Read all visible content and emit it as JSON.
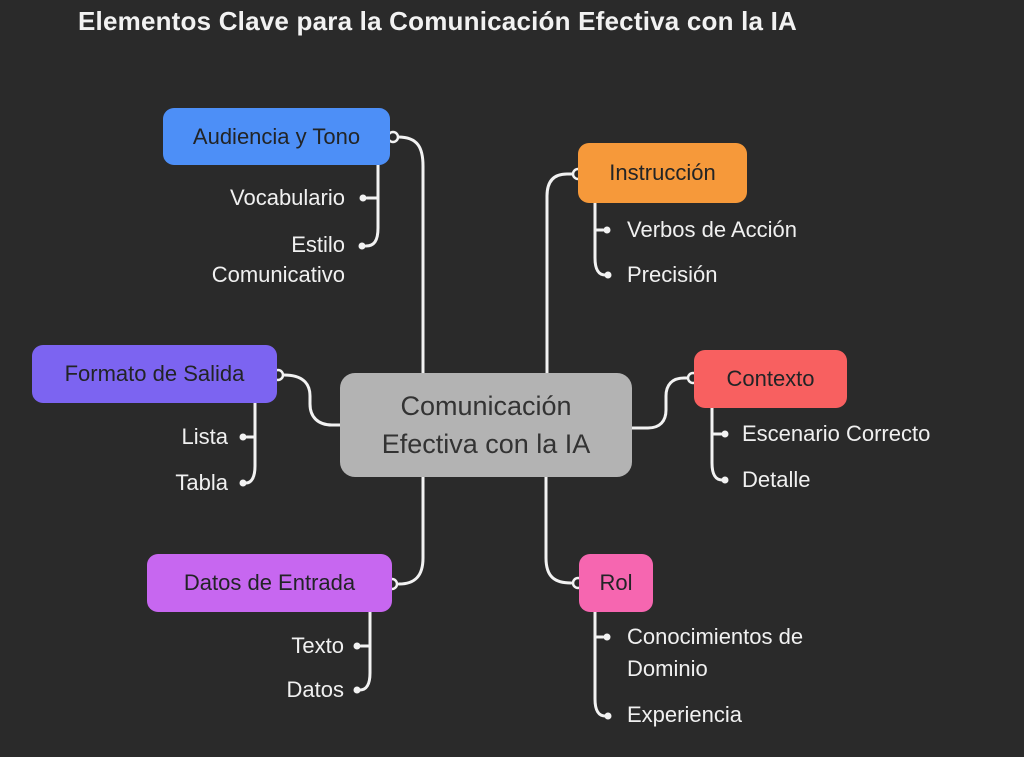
{
  "title": "Elementos Clave para la Comunicación Efectiva con la IA",
  "colors": {
    "background": "#2a2a2a",
    "connector_line": "#f2f2f2",
    "leaf_text": "#f0f0f0",
    "node_text": "#222426",
    "central_fill": "#b3b3b3",
    "central_text": "#333333"
  },
  "central": {
    "label": "Comunicación Efectiva con la IA"
  },
  "branches": {
    "audiencia": {
      "label": "Audiencia y Tono",
      "color": "#4d8ff7",
      "children": [
        "Vocabulario",
        "Estilo Comunicativo"
      ]
    },
    "instruccion": {
      "label": "Instrucción",
      "color": "#f6993a",
      "children": [
        "Verbos de Acción",
        "Precisión"
      ]
    },
    "formato": {
      "label": "Formato de Salida",
      "color": "#7c64f1",
      "children": [
        "Lista",
        "Tabla"
      ]
    },
    "contexto": {
      "label": "Contexto",
      "color": "#f86060",
      "children": [
        "Escenario Correcto",
        "Detalle"
      ]
    },
    "datos_entrada": {
      "label": "Datos de Entrada",
      "color": "#c767f0",
      "children": [
        "Texto",
        "Datos"
      ]
    },
    "rol": {
      "label": "Rol",
      "color": "#f666b0",
      "children": [
        "Conocimientos de Dominio",
        "Experiencia"
      ]
    }
  }
}
